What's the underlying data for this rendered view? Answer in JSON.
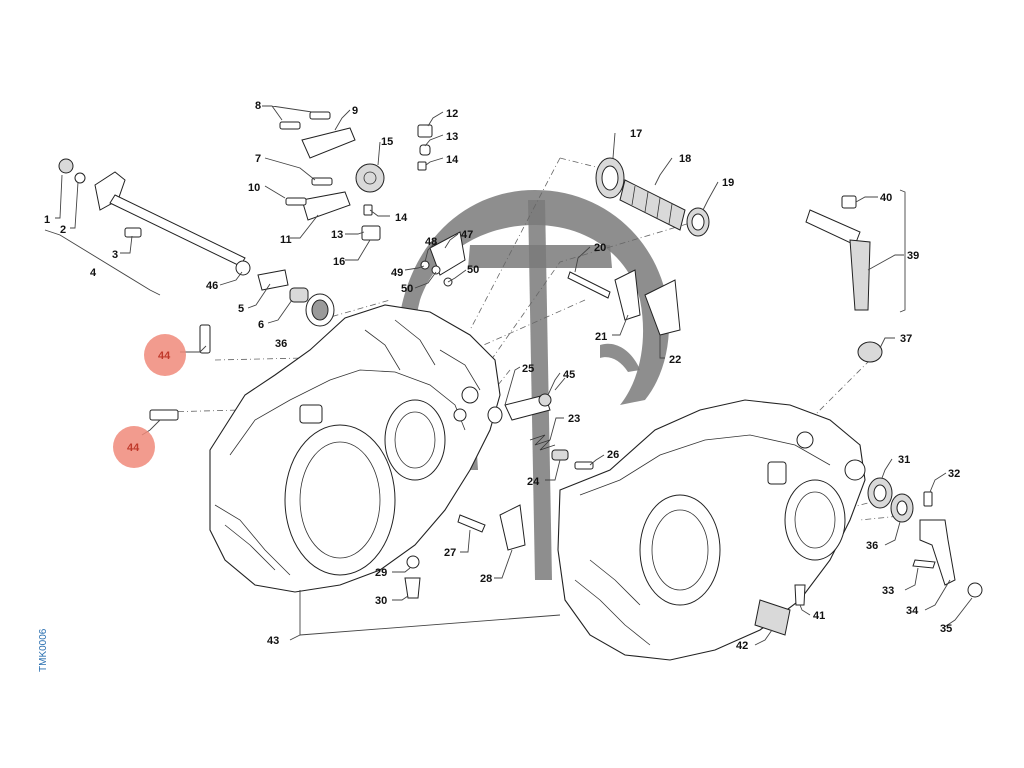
{
  "drawing_code": "TMK0006",
  "highlight_color": "#f08a7a",
  "labels": [
    {
      "id": "l1",
      "text": "1"
    },
    {
      "id": "l2",
      "text": "2"
    },
    {
      "id": "l3",
      "text": "3"
    },
    {
      "id": "l4",
      "text": "4"
    },
    {
      "id": "l5",
      "text": "5"
    },
    {
      "id": "l6",
      "text": "6"
    },
    {
      "id": "l7",
      "text": "7"
    },
    {
      "id": "l8",
      "text": "8"
    },
    {
      "id": "l9",
      "text": "9"
    },
    {
      "id": "l10",
      "text": "10"
    },
    {
      "id": "l11",
      "text": "11"
    },
    {
      "id": "l12",
      "text": "12"
    },
    {
      "id": "l13a",
      "text": "13"
    },
    {
      "id": "l13b",
      "text": "13"
    },
    {
      "id": "l14a",
      "text": "14"
    },
    {
      "id": "l14b",
      "text": "14"
    },
    {
      "id": "l15",
      "text": "15"
    },
    {
      "id": "l16",
      "text": "16"
    },
    {
      "id": "l17",
      "text": "17"
    },
    {
      "id": "l18",
      "text": "18"
    },
    {
      "id": "l19",
      "text": "19"
    },
    {
      "id": "l20",
      "text": "20"
    },
    {
      "id": "l21",
      "text": "21"
    },
    {
      "id": "l22",
      "text": "22"
    },
    {
      "id": "l23",
      "text": "23"
    },
    {
      "id": "l24",
      "text": "24"
    },
    {
      "id": "l25",
      "text": "25"
    },
    {
      "id": "l26",
      "text": "26"
    },
    {
      "id": "l27",
      "text": "27"
    },
    {
      "id": "l28",
      "text": "28"
    },
    {
      "id": "l29",
      "text": "29"
    },
    {
      "id": "l30",
      "text": "30"
    },
    {
      "id": "l31",
      "text": "31"
    },
    {
      "id": "l32",
      "text": "32"
    },
    {
      "id": "l33",
      "text": "33"
    },
    {
      "id": "l34",
      "text": "34"
    },
    {
      "id": "l35",
      "text": "35"
    },
    {
      "id": "l36a",
      "text": "36"
    },
    {
      "id": "l36b",
      "text": "36"
    },
    {
      "id": "l37",
      "text": "37"
    },
    {
      "id": "l39",
      "text": "39"
    },
    {
      "id": "l40",
      "text": "40"
    },
    {
      "id": "l41",
      "text": "41"
    },
    {
      "id": "l42",
      "text": "42"
    },
    {
      "id": "l43",
      "text": "43"
    },
    {
      "id": "l44a",
      "text": "44"
    },
    {
      "id": "l44b",
      "text": "44"
    },
    {
      "id": "l45",
      "text": "45"
    },
    {
      "id": "l46",
      "text": "46"
    },
    {
      "id": "l47",
      "text": "47"
    },
    {
      "id": "l48",
      "text": "48"
    },
    {
      "id": "l49",
      "text": "49"
    },
    {
      "id": "l50a",
      "text": "50"
    },
    {
      "id": "l50b",
      "text": "50"
    }
  ]
}
